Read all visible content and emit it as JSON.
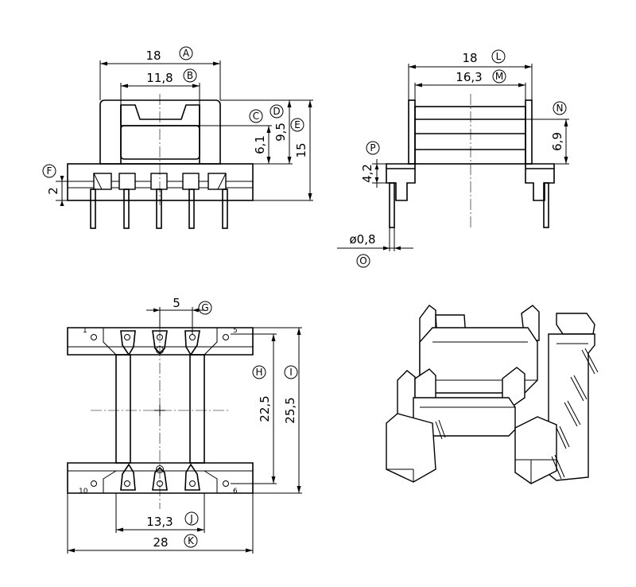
{
  "front_view": {
    "dim_width": "18",
    "tag_width": "A",
    "dim_inner": "11,8",
    "tag_inner": "B",
    "tag_core": "C",
    "dim_core_h": "6,1",
    "dim_upper_h": "9,5",
    "tag_upper_h": "D",
    "dim_total_h": "15",
    "tag_total_h": "E",
    "tag_base": "F",
    "dim_base_h": "2"
  },
  "side_view": {
    "dim_width": "18",
    "tag_width": "L",
    "dim_inner": "16,3",
    "tag_inner": "M",
    "tag_winding": "N",
    "dim_winding_h": "6,9",
    "tag_flange": "P",
    "dim_flange_h": "4,2",
    "dim_pin_dia": "ø0,8",
    "tag_pin_dia": "O"
  },
  "bottom_view": {
    "dim_pitch": "5",
    "tag_pitch": "G",
    "dim_row_span": "22,5",
    "tag_row_span": "H",
    "dim_total_len": "25,5",
    "tag_total_len": "I",
    "dim_body_w": "13,3",
    "tag_body_w": "J",
    "dim_total_w": "28",
    "tag_total_w": "K",
    "pin_labels": {
      "p1": "1",
      "p5": "5",
      "p6": "6",
      "p10": "10"
    }
  }
}
